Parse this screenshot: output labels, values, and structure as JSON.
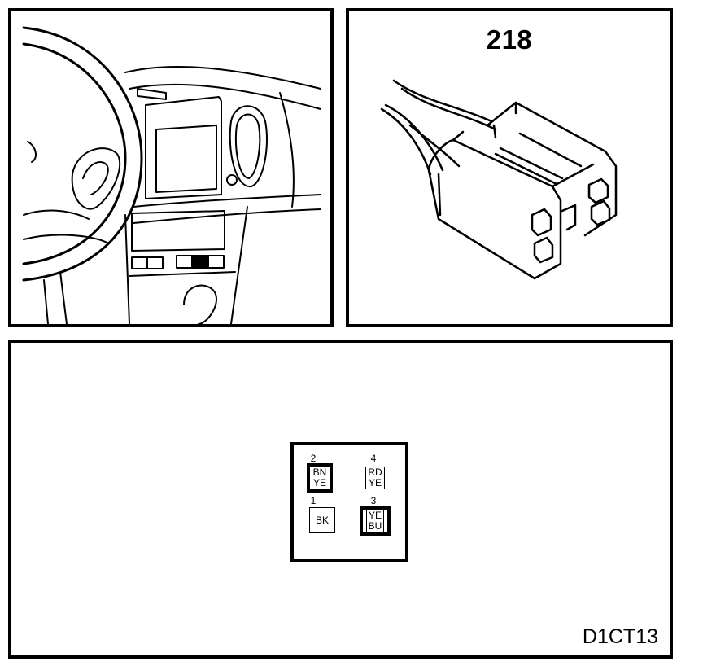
{
  "connector": {
    "number": "218"
  },
  "diagram": {
    "code": "D1CT13"
  },
  "pins": [
    {
      "num": "2",
      "lines": [
        "BN",
        "YE"
      ],
      "style": "heavy"
    },
    {
      "num": "4",
      "lines": [
        "RD",
        "YE"
      ],
      "style": "light"
    },
    {
      "num": "1",
      "lines": [
        "BK"
      ],
      "style": "light"
    },
    {
      "num": "3",
      "lines": [
        "YE",
        "BU"
      ],
      "style": "heavy"
    }
  ]
}
